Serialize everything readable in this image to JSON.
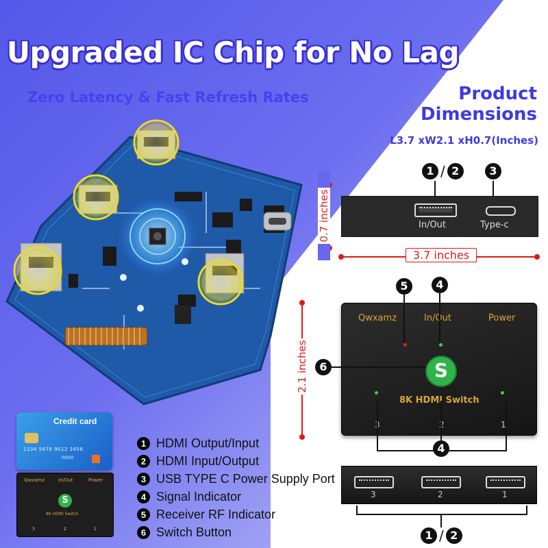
{
  "header": {
    "title": "Upgraded IC Chip for No Lag",
    "subtitle": "Zero Latency & Fast Refresh Rates"
  },
  "dimensions": {
    "title_line1": "Product",
    "title_line2": "Dimensions",
    "values": "L3.7 xW2.1 xH0.7(Inches)",
    "height_label": "0.7 inches",
    "length_label": "3.7 inches",
    "width_label": "2.1 inches"
  },
  "side_view": {
    "port_label_1": "In/Out",
    "port_label_2": "Type-c",
    "badge_12_a": "1",
    "badge_12_sep": "/",
    "badge_12_b": "2",
    "badge_3": "3"
  },
  "device": {
    "brand": "Qwxamz",
    "inout": "In/Out",
    "power": "Power",
    "switch_letter": "S",
    "model": "8K HDMI Switch",
    "port_num_3": "3",
    "port_num_2": "2",
    "port_num_1": "1",
    "badge_5": "5",
    "badge_4": "4",
    "badge_6": "6",
    "badge_4b": "4"
  },
  "back_view": {
    "port_3": "3",
    "port_2": "2",
    "port_1": "1",
    "badge_a": "1",
    "badge_sep": "/",
    "badge_b": "2"
  },
  "card": {
    "label": "Credit card",
    "number": "1234 5678 9012 3456",
    "expiry": "00/00"
  },
  "mini_device": {
    "brand": "Qwxamz",
    "inout": "In/Out",
    "power": "Power",
    "switch_letter": "S",
    "model": "8K HDMI Switch",
    "n3": "3",
    "n2": "2",
    "n1": "1"
  },
  "legend": [
    {
      "num": "1",
      "text": "HDMI Output/Input"
    },
    {
      "num": "2",
      "text": "HDMI Input/Output"
    },
    {
      "num": "3",
      "text": "USB TYPE C Power Supply Port"
    },
    {
      "num": "4",
      "text": "Signal Indicator"
    },
    {
      "num": "5",
      "text": "Receiver RF Indicator"
    },
    {
      "num": "6",
      "text": "Switch Button"
    }
  ],
  "colors": {
    "accent_blue": "#3f3ae0",
    "dimension_red": "#e01818",
    "switch_green": "#2fb34a",
    "pcb_blue": "#1f5aa8"
  }
}
